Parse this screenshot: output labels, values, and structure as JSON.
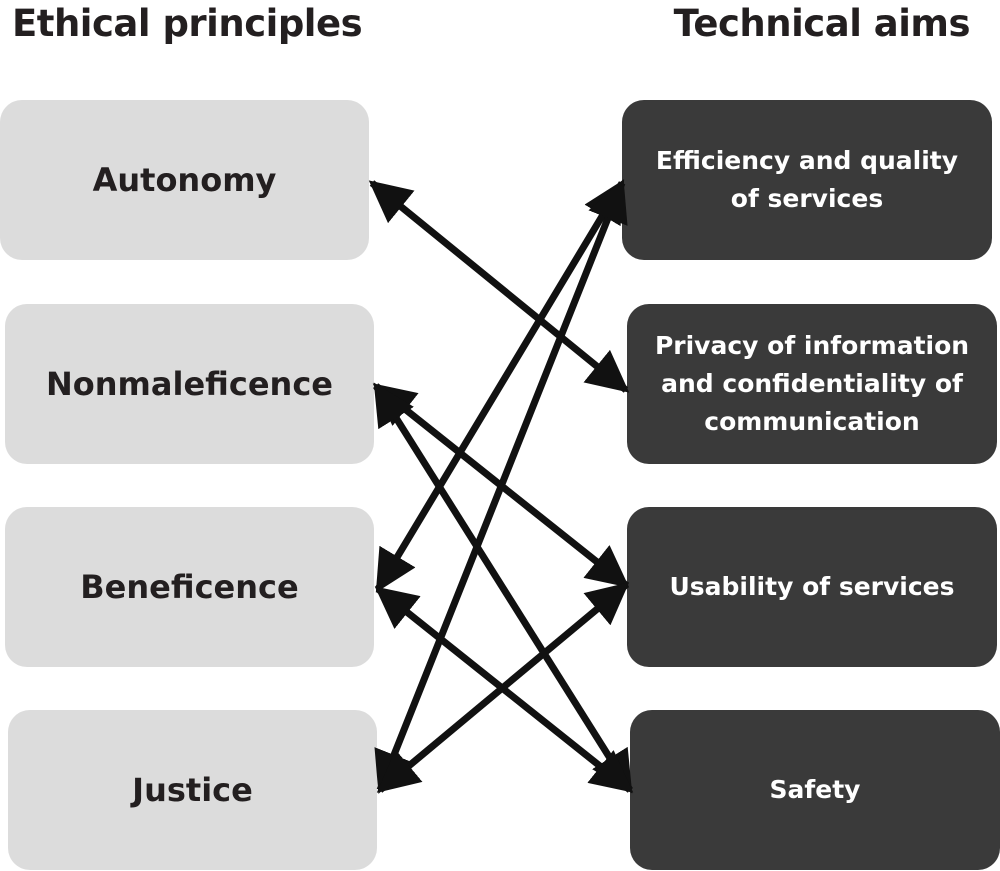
{
  "headings": {
    "left": "Ethical principles",
    "right": "Technical aims"
  },
  "principles": [
    {
      "id": "autonomy",
      "label": "Autonomy"
    },
    {
      "id": "nonmaleficence",
      "label": "Nonmaleficence"
    },
    {
      "id": "beneficence",
      "label": "Beneficence"
    },
    {
      "id": "justice",
      "label": "Justice"
    }
  ],
  "aims": [
    {
      "id": "efficiency",
      "label": "Efficiency and quality\nof services"
    },
    {
      "id": "privacy",
      "label": "Privacy of information\nand confidentiality of\ncommunication"
    },
    {
      "id": "usability",
      "label": "Usability of services"
    },
    {
      "id": "safety",
      "label": "Safety"
    }
  ],
  "links": [
    {
      "from": "autonomy",
      "to": "privacy"
    },
    {
      "from": "beneficence",
      "to": "efficiency"
    },
    {
      "from": "justice",
      "to": "efficiency"
    },
    {
      "from": "nonmaleficence",
      "to": "usability"
    },
    {
      "from": "nonmaleficence",
      "to": "safety"
    },
    {
      "from": "beneficence",
      "to": "safety"
    },
    {
      "from": "justice",
      "to": "usability"
    }
  ],
  "colors": {
    "principle_box": "#dcdcdc",
    "aim_box": "#3a3a3a",
    "arrow": "#111111"
  }
}
